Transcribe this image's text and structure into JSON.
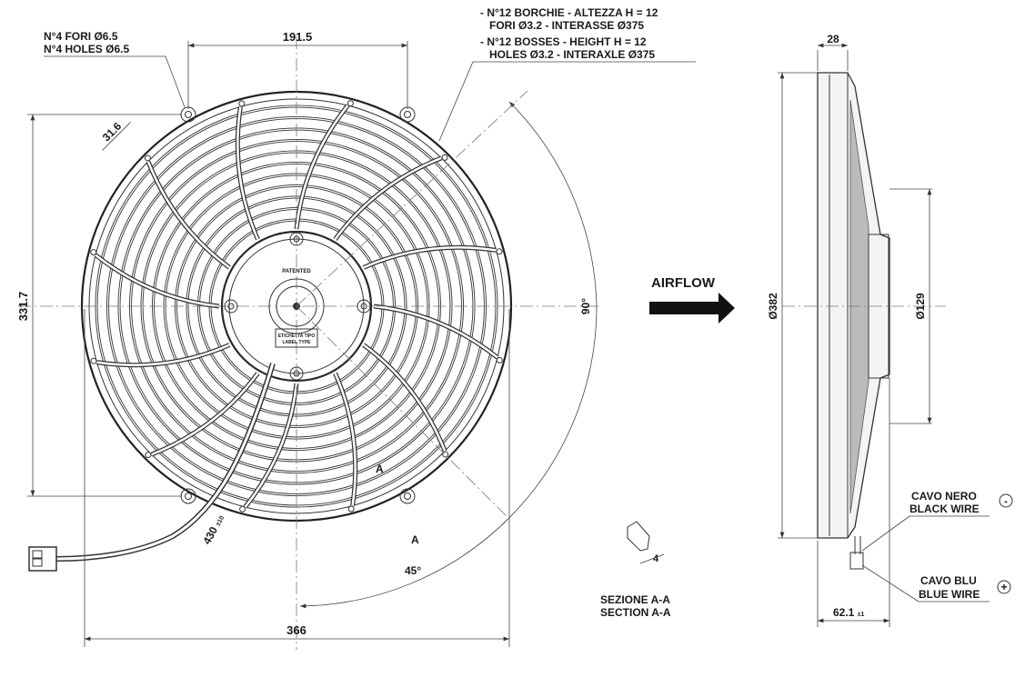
{
  "front_view": {
    "holes_note_it": "N°4 FORI Ø6.5",
    "holes_note_en": "N°4 HOLES Ø6.5",
    "bosses_note_it_1": "- N°12 BORCHIE - ALTEZZA H = 12",
    "bosses_note_it_2": "FORI Ø3.2 - INTERASSE Ø375",
    "bosses_note_en_1": "- N°12 BOSSES - HEIGHT H = 12",
    "bosses_note_en_2": "HOLES Ø3.2 - INTERAXLE Ø375",
    "dim_hole_spacing": "191.5",
    "dim_boss_offset": "31.6",
    "dim_height": "331.7",
    "dim_width": "366",
    "dim_cable_length": "430",
    "dim_cable_tol": "±10",
    "angle_90": "90°",
    "angle_45": "45°",
    "section_marker": "A",
    "hub_patented": "PATENTED",
    "hub_label_it": "ETICHETTA TIPO",
    "hub_label_en": "LABEL TYPE"
  },
  "airflow": {
    "label": "AIRFLOW"
  },
  "section": {
    "dim": "4",
    "title_it": "SEZIONE A-A",
    "title_en": "SECTION A-A"
  },
  "side_view": {
    "dim_depth": "28",
    "dim_diameter": "Ø382",
    "dim_motor": "Ø129",
    "dim_total_depth": "62.1",
    "dim_total_tol": "±1",
    "black_wire_it": "CAVO NERO",
    "black_wire_en": "BLACK WIRE",
    "black_symbol": "-",
    "blue_wire_it": "CAVO BLU",
    "blue_wire_en": "BLUE WIRE",
    "blue_symbol": "+"
  }
}
